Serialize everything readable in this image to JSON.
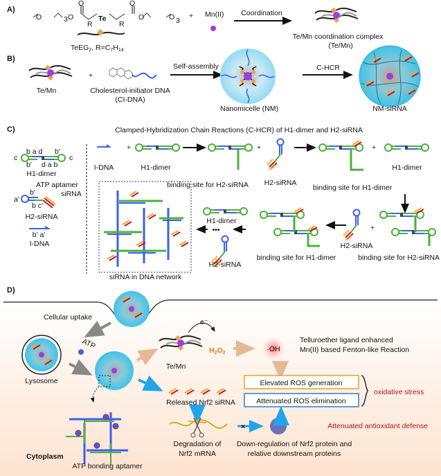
{
  "panelA": {
    "label": "A)",
    "formula_left": "O",
    "formula_sub": "3",
    "te": "Te",
    "r": "R",
    "formula_right": "O",
    "plus": "+",
    "mn": "Mn(II)",
    "arrow": "Coordination",
    "teeg": "TeEG",
    "teeg_sub": "2",
    "teeg_rest": ", R=C",
    "teeg_sub2": "7",
    "teeg_h": "H",
    "teeg_sub3": "14",
    "complex_line1": "Te/Mn coordination complex",
    "complex_line2": "(Te/Mn)"
  },
  "panelB": {
    "label": "B)",
    "temn": "Te/Mn",
    "plus": "+",
    "ci_line1": "Cholesterol-initiator DNA",
    "ci_line2": "(CI-DNA)",
    "arrow1": "Self-assembly",
    "nm": "Nanomicelle (NM)",
    "arrow2": "C-HCR",
    "nmsirna": "NM-siRNA"
  },
  "panelC": {
    "label": "C)",
    "title": "Clamped-Hybridization Chain Reactions (C-HCR) of H1-dimer and H2-siRNA",
    "legend": {
      "h1_top": "b  a d",
      "h1_topr": "b'",
      "h1_bot": "b'",
      "h1_botr": "d a  b",
      "c": "c",
      "h1": "H1-dimer",
      "atp": "ATP aptamer",
      "sirna": "siRNA",
      "a_prime": "a'",
      "b_prime": "b'",
      "bc": "b c'",
      "h2": "H2-siRNA",
      "idna_seq": "b' a'",
      "idna": "I-DNA"
    },
    "idna": "I-DNA",
    "h1": "H1-dimer",
    "h2": "H2-siRNA",
    "plus": "+",
    "site_h2": "binding site for H2-siRNA",
    "site_h1": "binding site for H1-dimer",
    "dots": "•••",
    "network": "siRNA in DNA network"
  },
  "panelD": {
    "label": "D)",
    "uptake": "Cellular uptake",
    "lysosome": "Lysosome",
    "atp": "ATP",
    "temn": "Te/Mn",
    "electron": "e⁻",
    "h2o2": "H",
    "h2o2_sub1": "2",
    "h2o2_o": "O",
    "h2o2_sub2": "2",
    "oh": "·OH",
    "fenton_line1": "Telluroether ligand enhanced",
    "fenton_line2": "Mn(II) based Fenton-like Reaction",
    "elevated": "Elevated ROS generation",
    "attenuated": "Attenuated ROS elimination",
    "oxidative": "oxidative stress",
    "released": "Released Nrf2 siRNA",
    "degradation_line1": "Degradation of",
    "degradation_line2": "Nrf2 mRNA",
    "downreg_line1": "Down-regulation of Nrf2 protein and",
    "downreg_line2": "relative downstream proteins",
    "antioxidant": "Attenuated antioxidant defense",
    "cytoplasm": "Cytoplasm",
    "aptamer": "ATP bonding aptamer"
  },
  "colors": {
    "blue_strand": "#3b5ff0",
    "green_strand": "#4caf3a",
    "sirna_red": "#c8141e",
    "sirna_orange": "#f5a623",
    "te_orange": "#e07a12",
    "mn_purple": "#9b3fe0",
    "micelle": "#7fd3ee",
    "ros_box": "#f0a020",
    "elim_box": "#2a7fd0",
    "cytoplasm_bg": "#fde3cf"
  }
}
